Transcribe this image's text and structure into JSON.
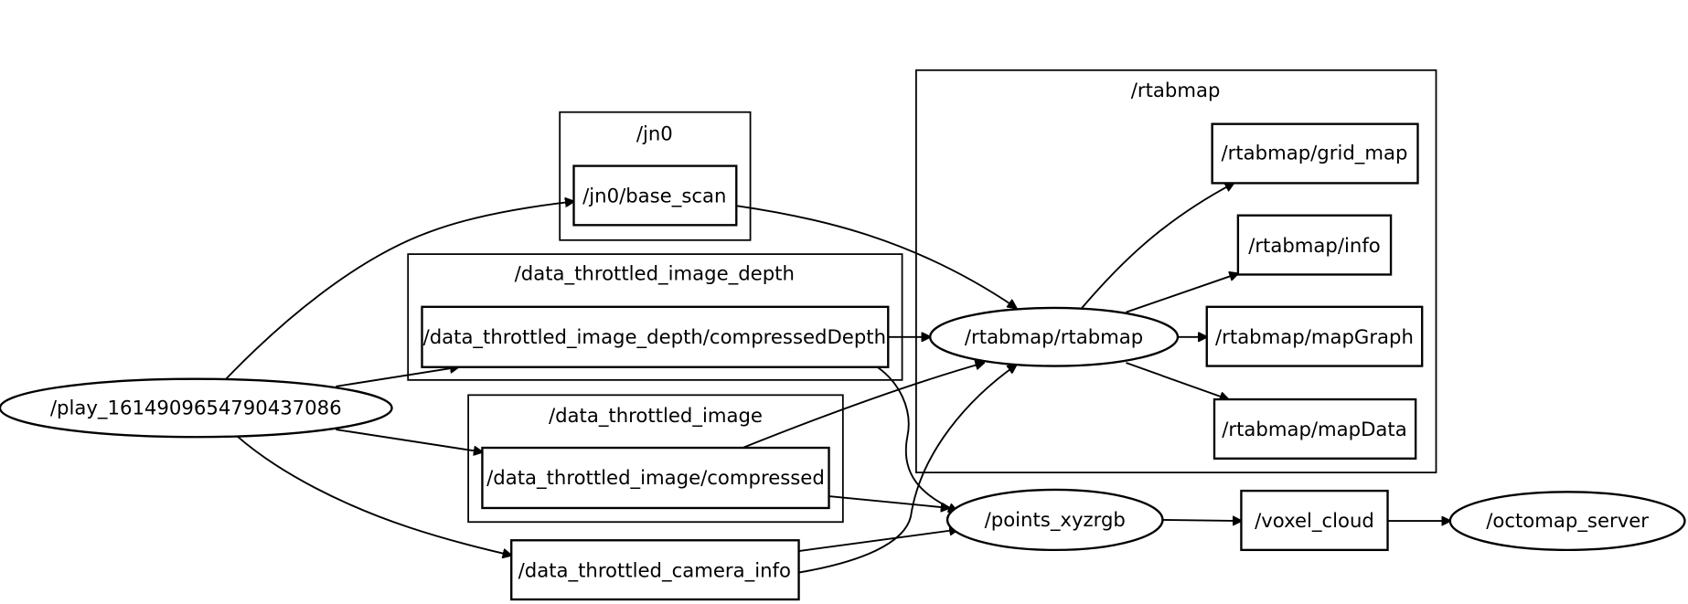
{
  "graph": {
    "clusters": [
      {
        "id": "jn0",
        "label": "/jn0"
      },
      {
        "id": "depth",
        "label": "/data_throttled_image_depth"
      },
      {
        "id": "image",
        "label": "/data_throttled_image"
      },
      {
        "id": "rtabmap",
        "label": "/rtabmap"
      }
    ],
    "nodes": [
      {
        "id": "play",
        "label": "/play_1614909654790437086",
        "shape": "ellipse"
      },
      {
        "id": "base_scan",
        "label": "/jn0/base_scan",
        "shape": "box"
      },
      {
        "id": "compressedDepth",
        "label": "/data_throttled_image_depth/compressedDepth",
        "shape": "box"
      },
      {
        "id": "compressed",
        "label": "/data_throttled_image/compressed",
        "shape": "box"
      },
      {
        "id": "camera_info",
        "label": "/data_throttled_camera_info",
        "shape": "box"
      },
      {
        "id": "rtabmap_node",
        "label": "/rtabmap/rtabmap",
        "shape": "ellipse"
      },
      {
        "id": "grid_map",
        "label": "/rtabmap/grid_map",
        "shape": "box"
      },
      {
        "id": "info",
        "label": "/rtabmap/info",
        "shape": "box"
      },
      {
        "id": "mapGraph",
        "label": "/rtabmap/mapGraph",
        "shape": "box"
      },
      {
        "id": "mapData",
        "label": "/rtabmap/mapData",
        "shape": "box"
      },
      {
        "id": "points_xyzrgb",
        "label": "/points_xyzrgb",
        "shape": "ellipse"
      },
      {
        "id": "voxel_cloud",
        "label": "/voxel_cloud",
        "shape": "box"
      },
      {
        "id": "octomap_server",
        "label": "/octomap_server",
        "shape": "ellipse"
      }
    ],
    "edges": [
      {
        "from": "play",
        "to": "base_scan"
      },
      {
        "from": "play",
        "to": "compressedDepth"
      },
      {
        "from": "play",
        "to": "compressed"
      },
      {
        "from": "play",
        "to": "camera_info"
      },
      {
        "from": "base_scan",
        "to": "rtabmap_node"
      },
      {
        "from": "compressedDepth",
        "to": "rtabmap_node"
      },
      {
        "from": "compressed",
        "to": "rtabmap_node"
      },
      {
        "from": "camera_info",
        "to": "rtabmap_node"
      },
      {
        "from": "compressedDepth",
        "to": "points_xyzrgb"
      },
      {
        "from": "compressed",
        "to": "points_xyzrgb"
      },
      {
        "from": "camera_info",
        "to": "points_xyzrgb"
      },
      {
        "from": "rtabmap_node",
        "to": "grid_map"
      },
      {
        "from": "rtabmap_node",
        "to": "info"
      },
      {
        "from": "rtabmap_node",
        "to": "mapGraph"
      },
      {
        "from": "rtabmap_node",
        "to": "mapData"
      },
      {
        "from": "points_xyzrgb",
        "to": "voxel_cloud"
      },
      {
        "from": "voxel_cloud",
        "to": "octomap_server"
      }
    ]
  }
}
